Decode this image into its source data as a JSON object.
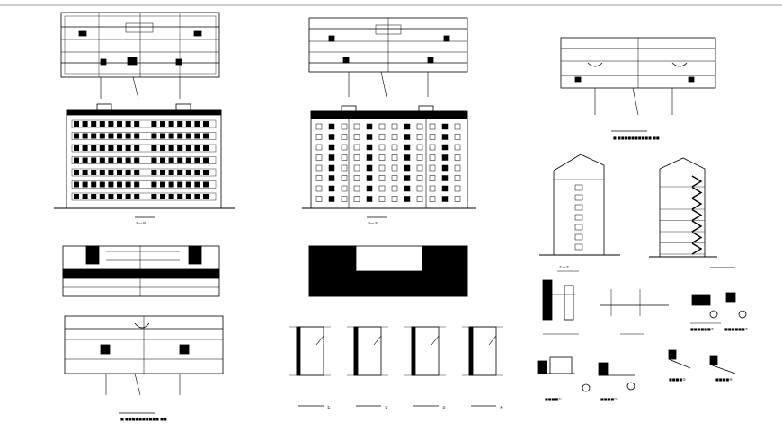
{
  "sheet": {
    "background": "#ffffff",
    "line_color": "#000000",
    "frame_color": "#9a9a9a"
  },
  "labels": {
    "elev_a_caption": "①—⑩",
    "elev_b_caption": "⑩—①",
    "plan_left_caption": "■ ■■■■■■■■■■ ■■",
    "plan_right_caption": "■ ■■■■■■■■■■ ■■",
    "section_caption": "①—①",
    "detail1_caption": "■■■■■■①",
    "detail2_caption": "■■■■■■②",
    "detail3_caption": "■■■■①",
    "detail4_caption": "■■■■②",
    "detail5_caption": "■■■■③",
    "detail6_caption": "■■■■④",
    "wall_marks": [
      "①",
      "②",
      "③",
      "④"
    ]
  }
}
